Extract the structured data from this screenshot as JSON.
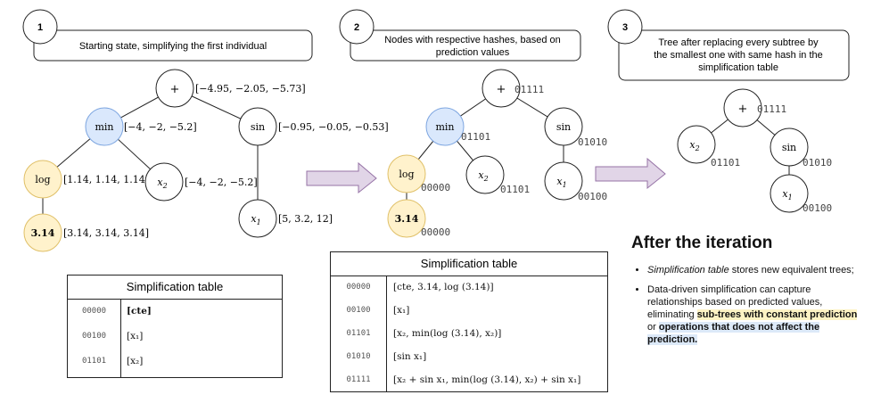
{
  "steps": [
    {
      "number": "1",
      "caption": "Starting state, simplifying the first individual"
    },
    {
      "number": "2",
      "caption": "Nodes with respective hashes, based on prediction values"
    },
    {
      "number": "3",
      "caption": "Tree after replacing every subtree by the smallest one with same hash in the simplification table"
    }
  ],
  "tree1": {
    "nodes": {
      "plus": {
        "label": "+",
        "annotation": "[−4.95, −2.05, −5.73]"
      },
      "min": {
        "label": "min",
        "annotation": "[−4, −2, −5.2]"
      },
      "sin": {
        "label": "sin",
        "annotation": "[−0.95, −0.05, −0.53]"
      },
      "log": {
        "label": "log",
        "annotation": "[1.14, 1.14, 1.14]"
      },
      "x2": {
        "label": "x",
        "sub": "2",
        "annotation": "[−4, −2, −5.2]"
      },
      "const": {
        "label": "3.14",
        "annotation": "[3.14, 3.14, 3.14]"
      },
      "x1": {
        "label": "x",
        "sub": "1",
        "annotation": "[5, 3.2, 12]"
      }
    }
  },
  "tree2": {
    "nodes": {
      "plus": {
        "label": "+",
        "hash": "01111"
      },
      "min": {
        "label": "min",
        "hash": "01101"
      },
      "sin": {
        "label": "sin",
        "hash": "01010"
      },
      "log": {
        "label": "log",
        "hash": "00000"
      },
      "x2": {
        "label": "x",
        "sub": "2",
        "hash": "01101"
      },
      "x1": {
        "label": "x",
        "sub": "1",
        "hash": "00100"
      },
      "const": {
        "label": "3.14",
        "hash": "00000"
      }
    }
  },
  "tree3": {
    "nodes": {
      "plus": {
        "label": "+",
        "hash": "01111"
      },
      "x2": {
        "label": "x",
        "sub": "2",
        "hash": "01101"
      },
      "sin": {
        "label": "sin",
        "hash": "01010"
      },
      "x1": {
        "label": "x",
        "sub": "1",
        "hash": "00100"
      }
    }
  },
  "table1": {
    "title": "Simplification table",
    "rows": [
      {
        "code": "00000",
        "value": "[cte]"
      },
      {
        "code": "00100",
        "value": "[x₁]"
      },
      {
        "code": "01101",
        "value": "[x₂]"
      }
    ]
  },
  "table2": {
    "title": "Simplification table",
    "rows": [
      {
        "code": "00000",
        "value": "[cte, 3.14, log (3.14)]"
      },
      {
        "code": "00100",
        "value": "[x₁]"
      },
      {
        "code": "01101",
        "value": "[x₂, min(log (3.14), x₂)]"
      },
      {
        "code": "01010",
        "value": "[sin x₁]"
      },
      {
        "code": "01111",
        "value": "[x₂ + sin x₁, min(log (3.14), x₂) + sin x₁]"
      }
    ]
  },
  "notes": {
    "heading": "After the iteration",
    "bullet1_italic": "Simplification table",
    "bullet1_rest": " stores new equivalent trees;",
    "bullet2_pre": "Data-driven simplification can capture relationships based on predicted values, eliminating ",
    "bullet2_hl1": "sub-trees with constant prediction",
    "bullet2_mid": " or ",
    "bullet2_hl2": "operations that does not affect the prediction."
  },
  "colors": {
    "min_fill": "#dae8fc",
    "min_stroke": "#7ea6e0",
    "log_fill": "#fff2cc",
    "log_stroke": "#e0c068",
    "arrow_fill": "#e1d5e7",
    "arrow_stroke": "#9673a6"
  }
}
